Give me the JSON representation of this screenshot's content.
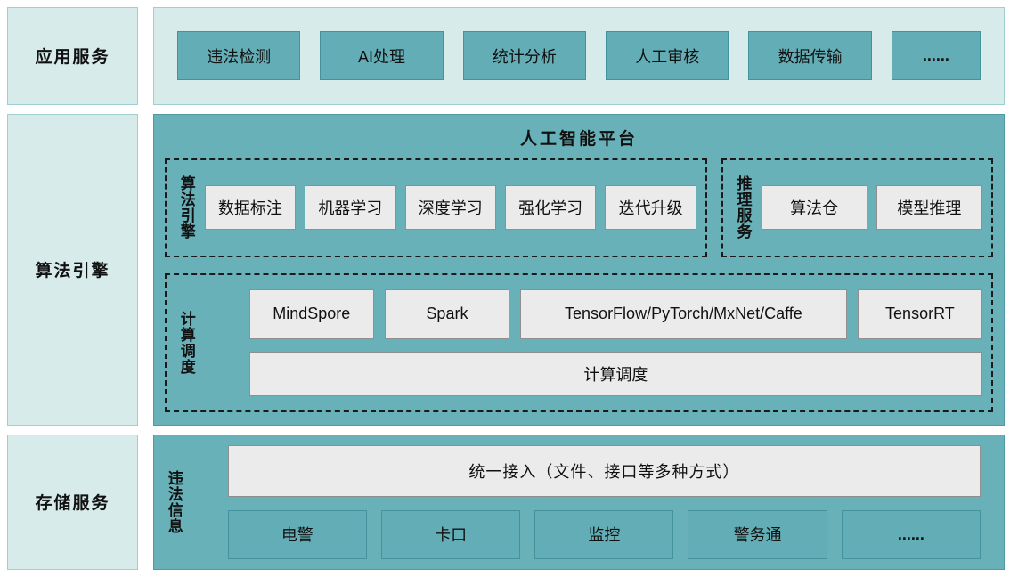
{
  "app": {
    "label": "应用服务",
    "items": [
      "违法检测",
      "AI处理",
      "统计分析",
      "人工审核",
      "数据传输",
      "......"
    ]
  },
  "engine": {
    "label": "算法引擎",
    "platform_title": "人工智能平台",
    "algo_group": {
      "label": "算法引擎",
      "items": [
        "数据标注",
        "机器学习",
        "深度学习",
        "强化学习",
        "迭代升级"
      ]
    },
    "inference_group": {
      "label": "推理服务",
      "items": [
        "算法仓",
        "模型推理"
      ]
    },
    "compute_group": {
      "label": "计算调度",
      "items": [
        "MindSpore",
        "Spark",
        "TensorFlow/PyTorch/MxNet/Caffe",
        "TensorRT"
      ],
      "scheduler": "计算调度"
    }
  },
  "storage": {
    "label": "存储服务",
    "group_label": "违法信息",
    "access": "统一接入（文件、接口等多种方式）",
    "sources": [
      "电警",
      "卡口",
      "监控",
      "警务通",
      "......"
    ]
  },
  "colors": {
    "pale_teal": "#d7ebeb",
    "panel_teal": "#68b1b9",
    "button_teal": "#63aeb6",
    "box_gray": "#ebebeb"
  }
}
